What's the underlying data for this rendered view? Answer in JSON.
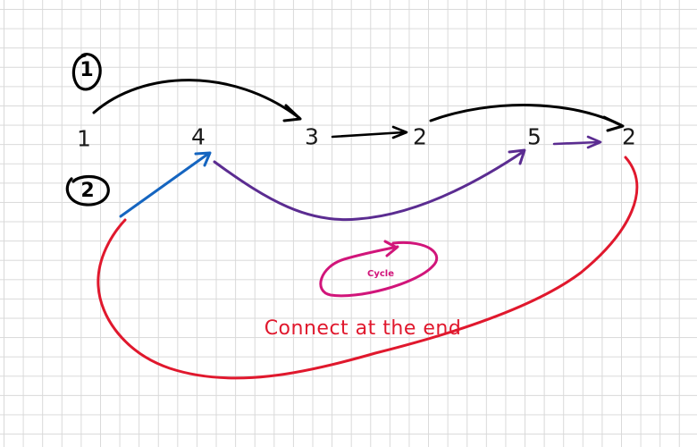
{
  "nodes": [
    "1",
    "4",
    "3",
    "2",
    "5",
    "2"
  ],
  "markers": [
    "1",
    "2"
  ],
  "annotations": {
    "cycle": "Cycle",
    "connect_end": "Connect at the end"
  },
  "colors": {
    "ink": "#000000",
    "blue": "#1565c0",
    "purple": "#5b2c91",
    "pink": "#d1157a",
    "red": "#e0182d",
    "grid": "#d9d9d9"
  }
}
